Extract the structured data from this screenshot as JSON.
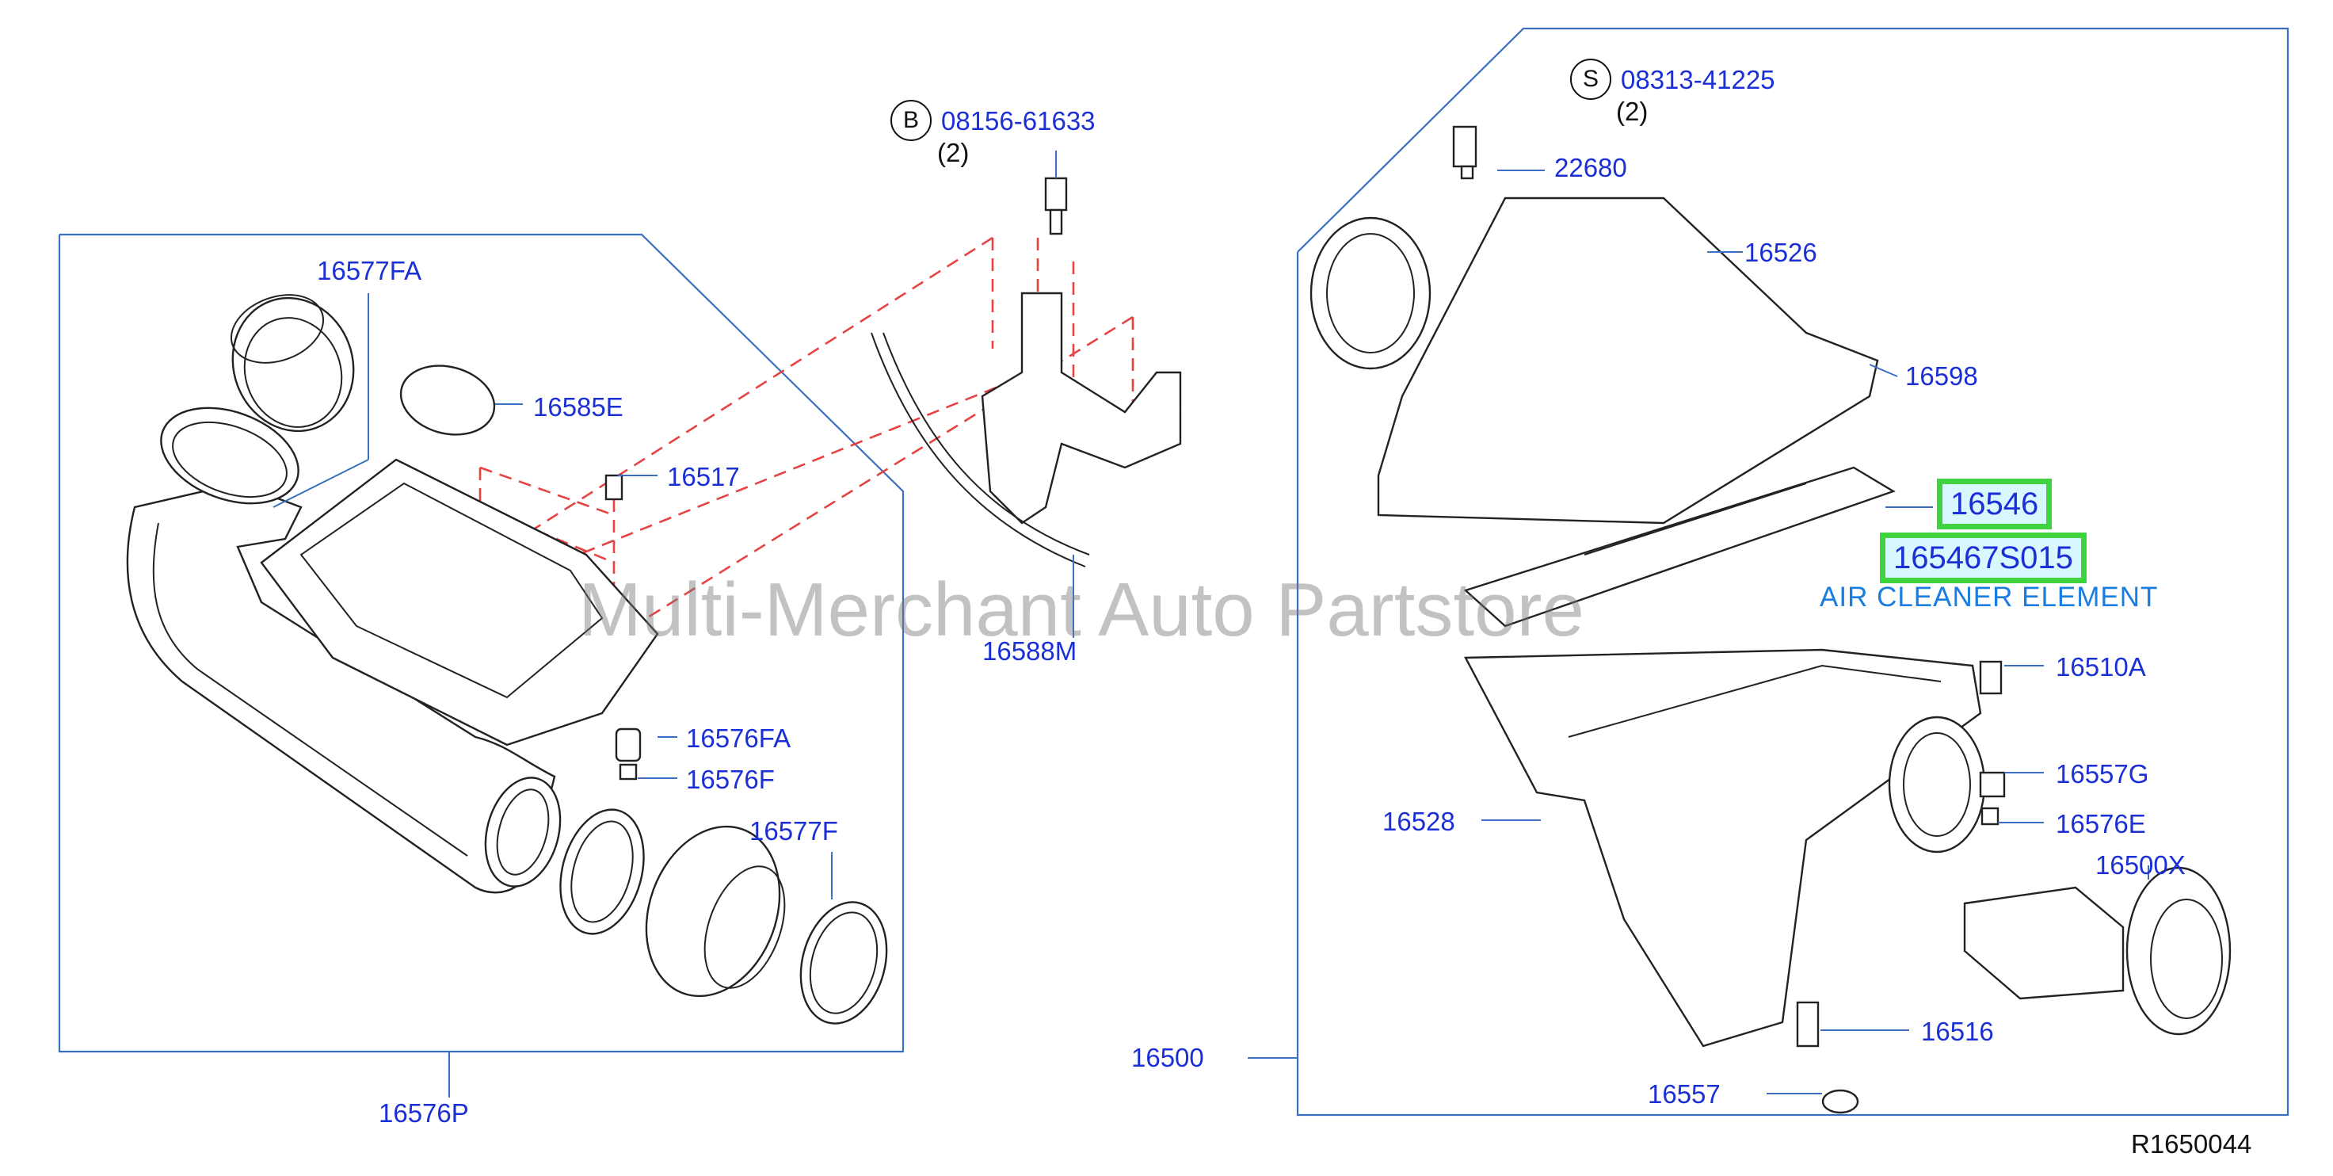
{
  "parts": {
    "p16577FA": "16577FA",
    "p16585E": "16585E",
    "p16517": "16517",
    "p16576FA": "16576FA",
    "p16576F": "16576F",
    "p16577F": "16577F",
    "p16576P": "16576P",
    "p16588M": "16588M",
    "p16526": "16526",
    "p22680": "22680",
    "p16598": "16598",
    "p16546": "16546",
    "p165467S015": "165467S015",
    "p16510A": "16510A",
    "p16557G": "16557G",
    "p16576E": "16576E",
    "p16528": "16528",
    "p16500X": "16500X",
    "p16516": "16516",
    "p16500": "16500",
    "p16557": "16557"
  },
  "bolts": {
    "b_letter": "B",
    "b_part": "08156-61633",
    "b_qty": "(2)",
    "s_letter": "S",
    "s_part": "08313-41225",
    "s_qty": "(2)"
  },
  "description": "AIR CLEANER ELEMENT",
  "diagram_id": "R1650044",
  "watermark": "Multi-Merchant Auto Partstore",
  "colors": {
    "label": "#1a2fd6",
    "frame": "#3b6fc2",
    "dashed": "#e64343",
    "highlight": "#3fd33f"
  }
}
